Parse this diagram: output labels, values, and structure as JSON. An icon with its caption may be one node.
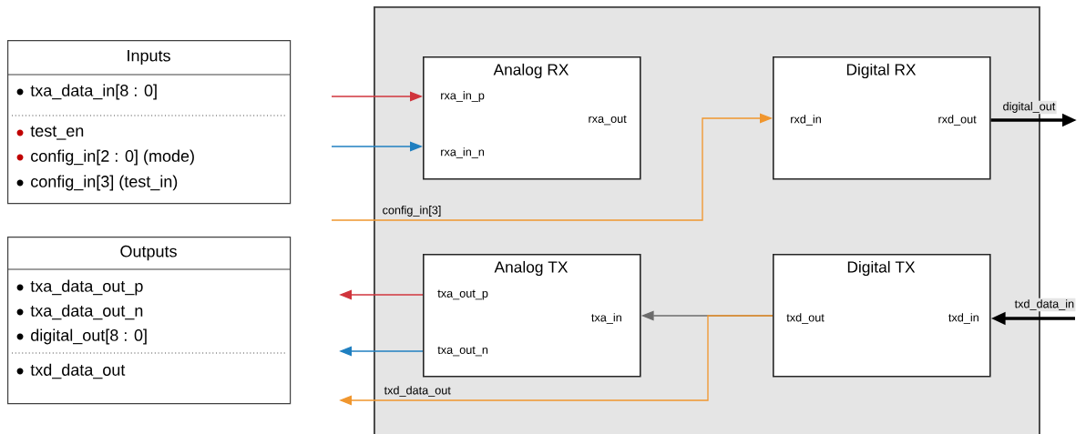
{
  "diagram": {
    "nodes": [
      {
        "text": [
          "Inputs",
          "txa_data_in[8 : 0]",
          "test_en",
          "config_in[2 : 0] (mode)",
          "config_in[3] (test_in)"
        ]
      },
      {
        "text": [
          "Outputs",
          "txa_data_out_p",
          "txa_data_out_n",
          "digital_out[8 : 0]",
          "txd_data_out"
        ]
      },
      {
        "text": [],
        "shape": "box"
      },
      {
        "text": [
          "Analog RX",
          "rxa_in_p",
          "rxa_out",
          "rxa_in_n"
        ],
        "in": 2
      },
      {
        "text": [
          "Digital RX",
          "rxd_in",
          "rxd_out"
        ],
        "in": 2
      },
      {
        "text": [
          "Analog TX",
          "txa_out_p",
          "txa_in",
          "txa_out_n"
        ],
        "in": 2
      },
      {
        "text": [
          "Digital TX",
          "txd_out",
          "txd_in"
        ],
        "in": 2
      }
    ],
    "edges": [
      {
        "from": null,
        "to": 3,
        "arrow": "to",
        "color": "#d0343c"
      },
      {
        "from": null,
        "to": 3,
        "arrow": "to",
        "color": "#1f7fc0"
      },
      {
        "from": null,
        "to": 4,
        "arrow": "to",
        "color": "#f0962e",
        "label": "config_in[3]"
      },
      {
        "from": 4,
        "to": null,
        "arrow": "to",
        "color": "#000000",
        "style": "thick",
        "label": "digital_out"
      },
      {
        "from": null,
        "to": 6,
        "arrow": "to",
        "color": "#000000",
        "style": "thick",
        "label": "txd_data_in"
      },
      {
        "from": 6,
        "to": 5,
        "arrow": "to",
        "color": "#6b6b6b"
      },
      {
        "from": 6,
        "to": null,
        "arrow": "to",
        "color": "#f0962e",
        "label": "txd_data_out"
      },
      {
        "from": 5,
        "to": null,
        "arrow": "to",
        "color": "#d0343c"
      },
      {
        "from": 5,
        "to": null,
        "arrow": "to",
        "color": "#1f7fc0"
      }
    ]
  }
}
